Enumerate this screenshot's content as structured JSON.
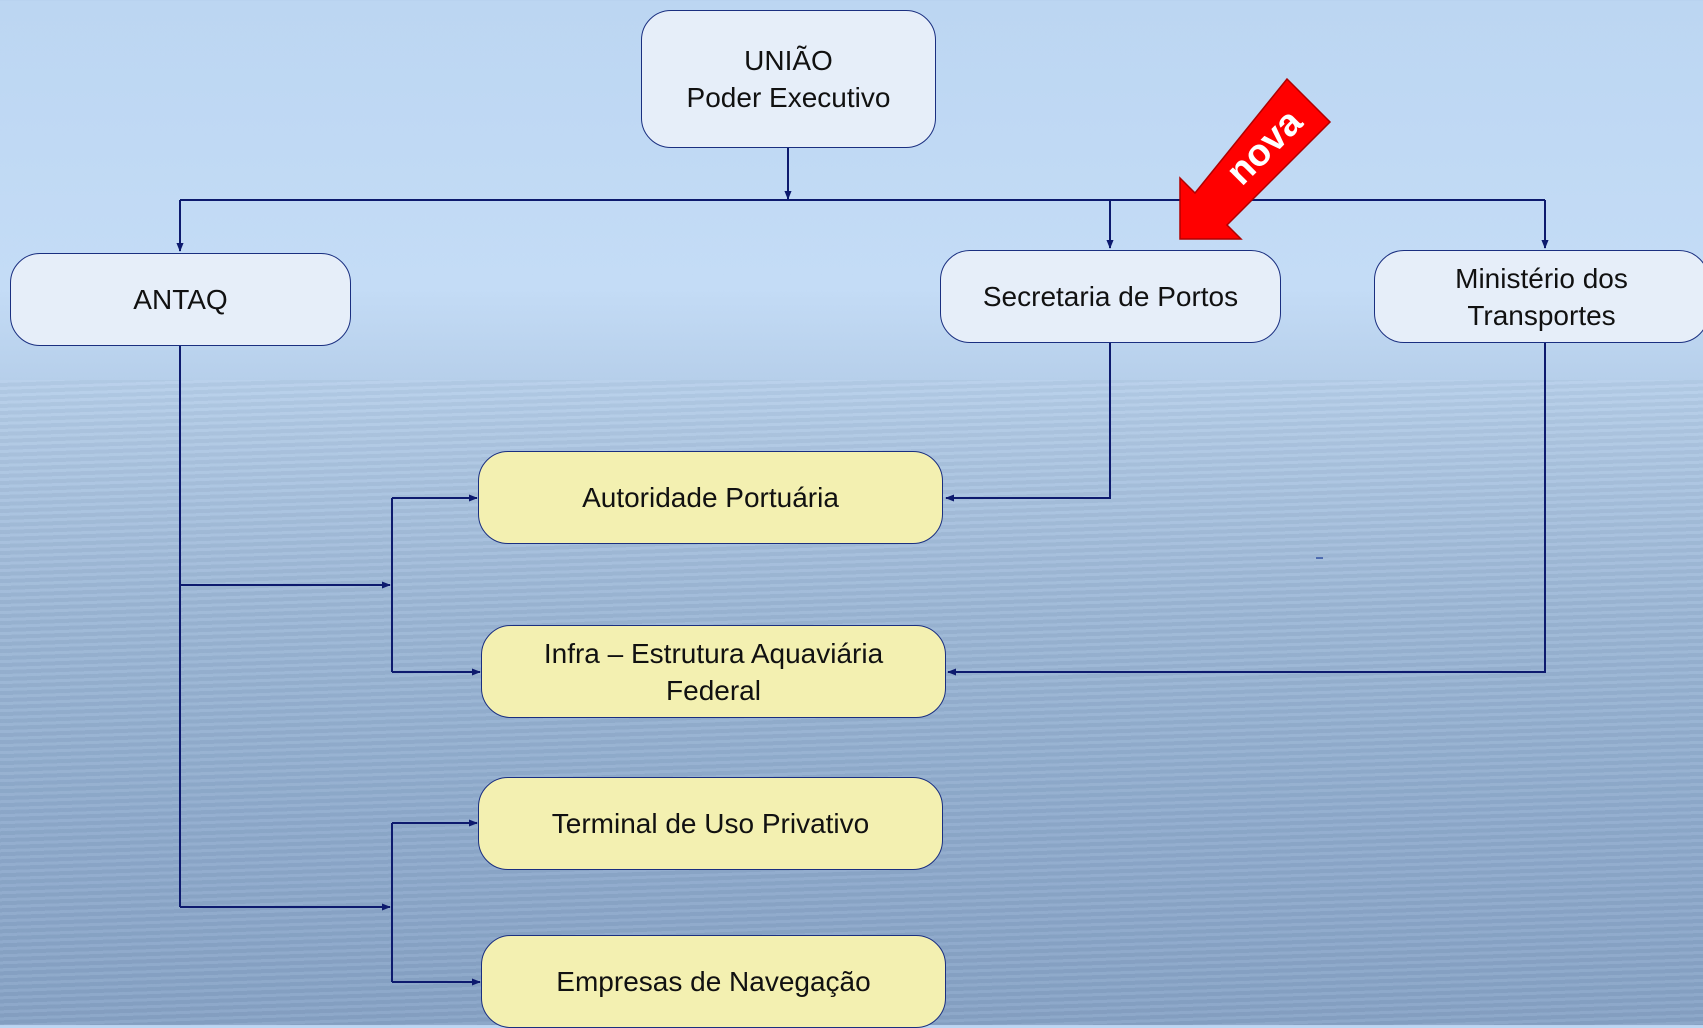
{
  "nodes": {
    "uniao": {
      "line1": "UNIÃO",
      "line2": "Poder Executivo"
    },
    "antaq": {
      "label": "ANTAQ"
    },
    "secretaria": {
      "label": "Secretaria de Portos"
    },
    "ministerio": {
      "line1": "Ministério dos",
      "line2": "Transportes"
    },
    "autoridade": {
      "label": "Autoridade Portuária"
    },
    "infra": {
      "line1": "Infra – Estrutura Aquaviária",
      "line2": "Federal"
    },
    "terminal": {
      "label": "Terminal de Uso Privativo"
    },
    "empresas": {
      "label": "Empresas de Navegação"
    }
  },
  "callout": {
    "label": "nova"
  },
  "colors": {
    "connector": "#0d1a6e",
    "box_border": "#1a2f80",
    "top_box_fill": "#e6eef9",
    "bottom_box_fill": "#f3f0b1",
    "callout_fill": "#ff0000",
    "callout_text": "#ffffff"
  }
}
